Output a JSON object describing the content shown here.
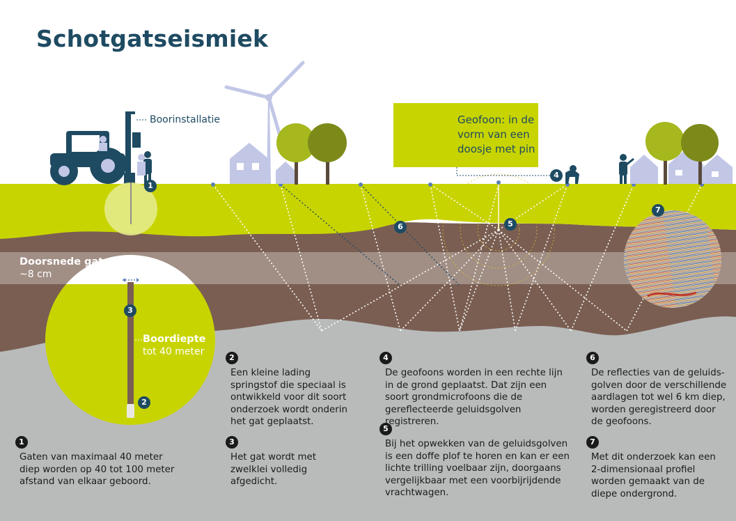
{
  "title": "Schotgatseismiek",
  "labels": {
    "boorinstallatie": "Boorinstallatie",
    "geofoon": "Geofoon: in de vorm van een doosje met pin",
    "doorsnede_gat": "Doorsnede gat",
    "doorsnede_size": "~8 cm",
    "boordiepte_title": "Boordiepte",
    "boordiepte_value": "tot 40 meter"
  },
  "badges": [
    "1",
    "2",
    "3",
    "4",
    "5",
    "6",
    "7"
  ],
  "steps": [
    {
      "num": "1",
      "text": "Gaten van maximaal 40 meter diep worden op 40 tot 100 meter afstand van elkaar geboord."
    },
    {
      "num": "2",
      "text": "Een kleine lading springstof die speciaal is ontwikkeld voor dit soort onderzoek wordt onderin het gat geplaatst."
    },
    {
      "num": "3",
      "text": "Het gat wordt met zwelklei volledig afgedicht."
    },
    {
      "num": "4",
      "text": "De geofoons worden in een rechte lijn in de grond geplaatst. Dat zijn een soort grondmicrofoons die de gereflecteerde geluidsgolven registreren."
    },
    {
      "num": "5",
      "text": "Bij het opwekken van de geluidsgolven is een doffe plof te horen en kan er een lichte trilling voelbaar zijn, doorgaans vergelijkbaar met een voorbijrijdende vrachtwagen."
    },
    {
      "num": "6",
      "text": "De reflecties van de geluids-golven door de verschillende aardlagen tot wel 6 km diep, worden geregistreerd door de geofoons."
    },
    {
      "num": "7",
      "text": "Met dit onderzoek kan een 2-dimensionaal profiel worden gemaakt van de diepe ondergrond."
    }
  ],
  "colors": {
    "lime": "#c8d400",
    "brown": "#7a5e52",
    "brown_light": "#a8978e",
    "grey": "#b9bbbb",
    "navy": "#1e4b62",
    "lavender": "#c2c7e6"
  },
  "icons": [
    "tractor-icon",
    "wind-turbine-icon",
    "house-icon",
    "tree-icon",
    "person-icon",
    "geophone-icon",
    "seismic-profile-icon"
  ]
}
